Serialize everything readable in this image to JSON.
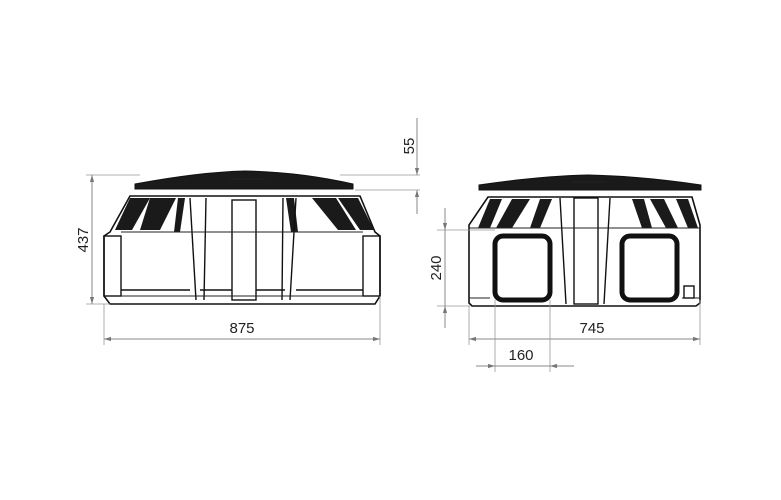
{
  "dimensions": {
    "lid_height": "55",
    "total_height": "437",
    "width_front": "875",
    "depth_side": "745",
    "opening_height": "240",
    "opening_offset": "160"
  }
}
